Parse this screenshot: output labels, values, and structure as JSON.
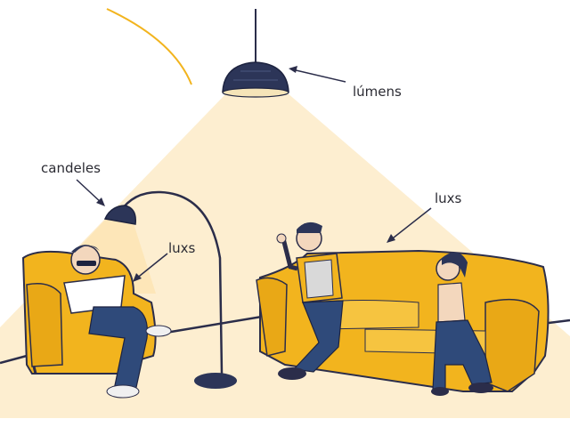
{
  "labels": {
    "lumens": "lúmens",
    "candeles": "candeles",
    "luxs_armchair": "luxs",
    "luxs_sofa": "luxs"
  },
  "colors": {
    "ink": "#2b2d4a",
    "furniture": "#f2b41e",
    "furniture_shade": "#d99a12",
    "light_beam": "#fdebc8",
    "lamp_shade": "#2c3558",
    "jeans": "#2f4a7a",
    "skin": "#f3d7bd"
  },
  "icons": {
    "ceiling_lamp": "pendant-lamp-icon",
    "floor_lamp": "arc-floor-lamp-icon"
  }
}
